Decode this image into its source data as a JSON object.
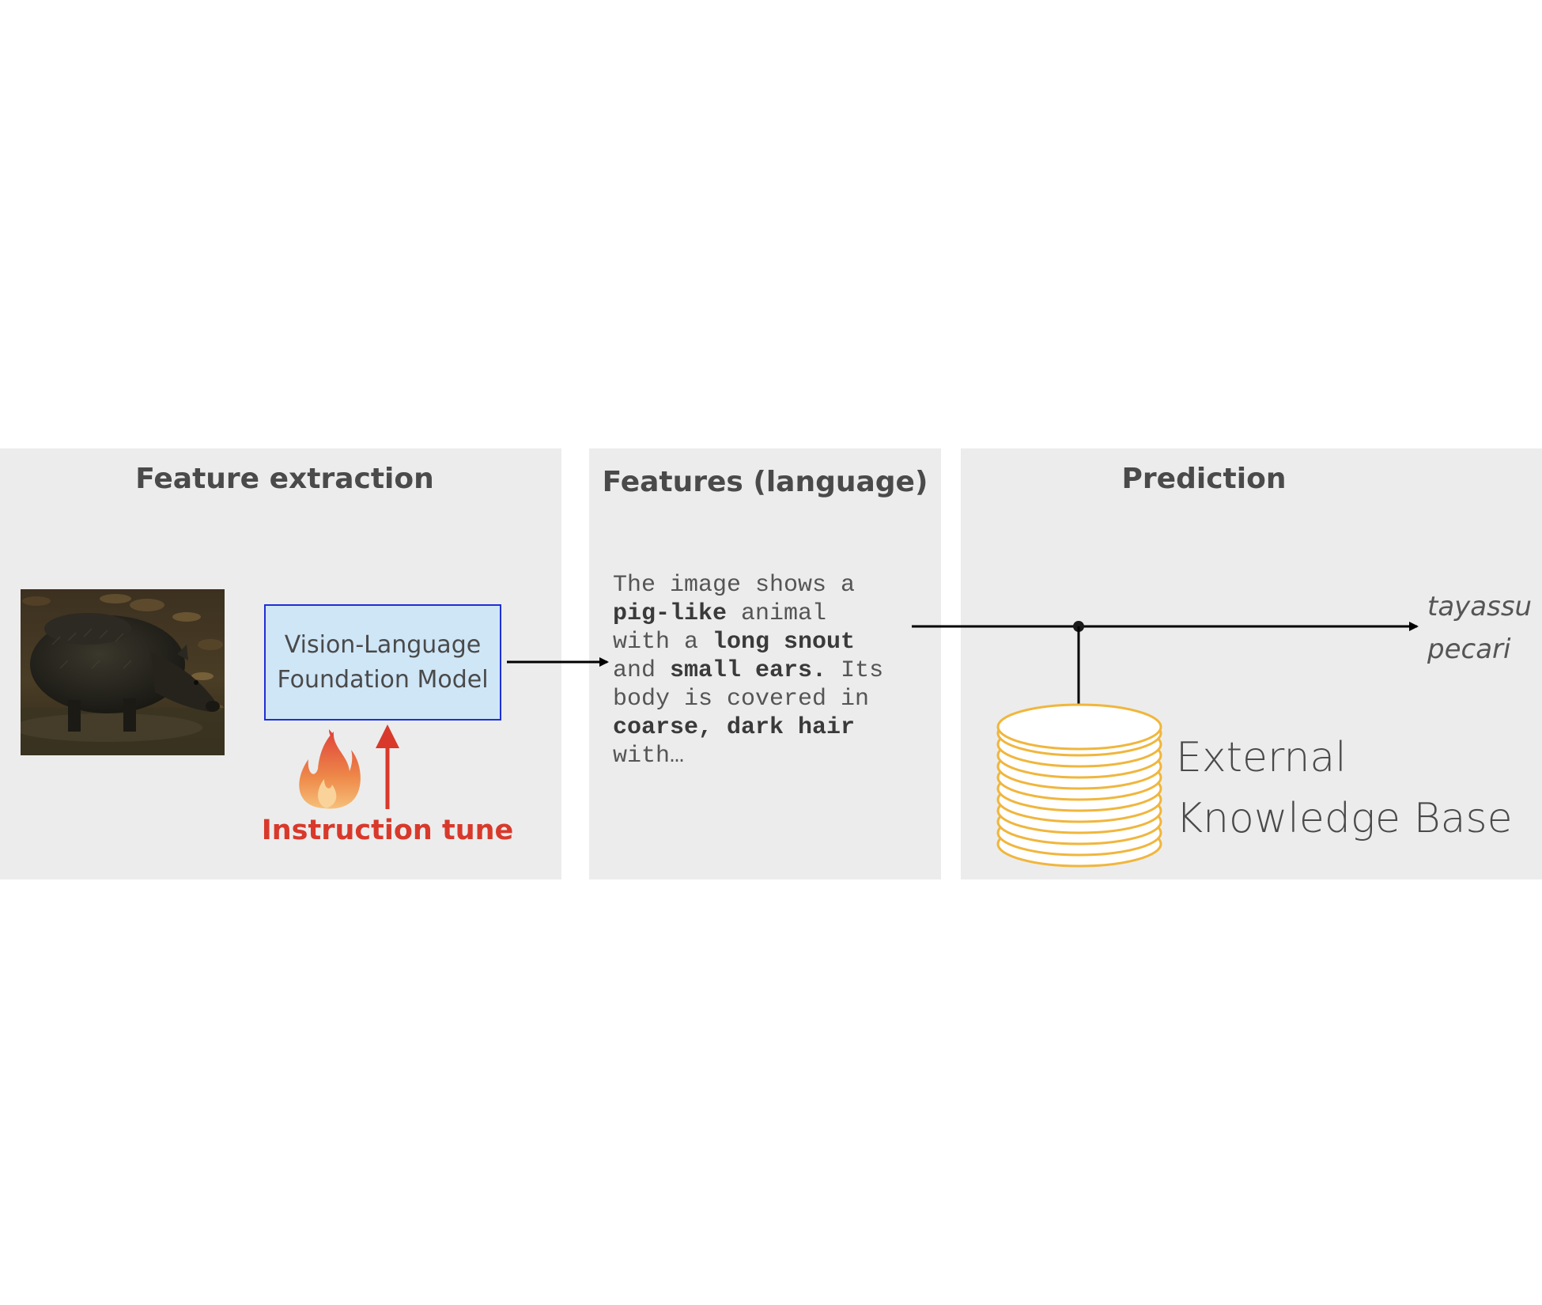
{
  "panels": {
    "feature_extraction": {
      "title": "Feature extraction"
    },
    "features_language": {
      "title": "Features (language)"
    },
    "prediction": {
      "title": "Prediction"
    }
  },
  "model": {
    "line1": "Vision-Language",
    "line2": "Foundation Model"
  },
  "instruction_tune": "Instruction tune",
  "features_text": {
    "t1": "The image shows a\n",
    "b1": "pig-like",
    "t2": " animal\nwith a ",
    "b2": "long snout",
    "t3": "\nand ",
    "b3": "small ears.",
    "t4": " Its\nbody is covered in\n",
    "b4": "coarse, dark hair",
    "t5": "\nwith…"
  },
  "knowledge_base": {
    "line1": "External",
    "line2": "Knowledge Base"
  },
  "prediction_output": {
    "line1": "tayassu",
    "line2": "pecari"
  },
  "colors": {
    "panel_bg": "#ececec",
    "model_fill": "#cfe6f7",
    "model_border": "#1f2fd6",
    "tune_red": "#d8392b",
    "database_gold": "#f0b63c"
  },
  "icons": {
    "flame": "flame-icon",
    "database": "database-icon",
    "photo": "animal-photo"
  }
}
